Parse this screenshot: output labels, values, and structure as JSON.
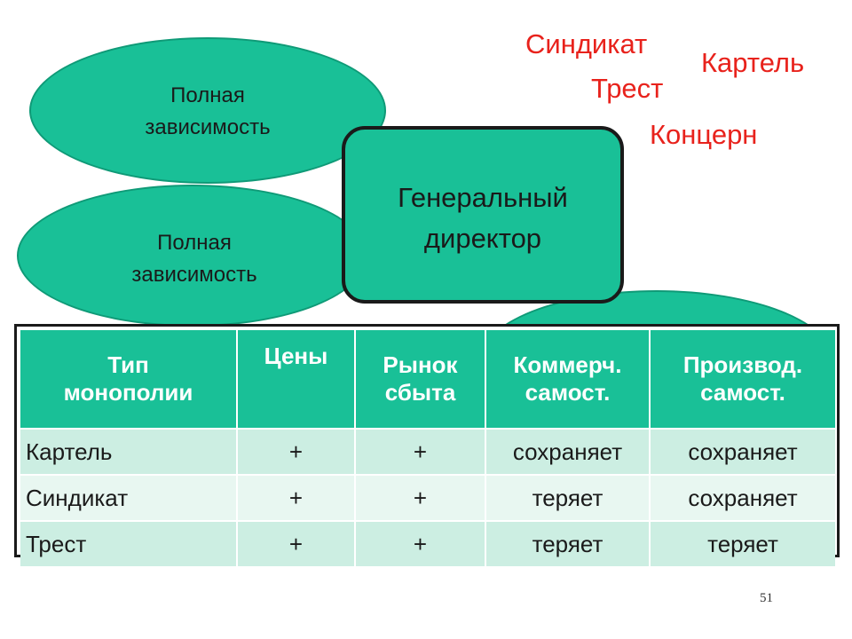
{
  "ellipses": [
    {
      "line1": "Полная",
      "line2": "зависимость"
    },
    {
      "line1": "Полная",
      "line2": "зависимость"
    }
  ],
  "director": {
    "line1": "Генеральный",
    "line2": "директор"
  },
  "monopoly_types": {
    "sindikat": "Синдикат",
    "kartel": "Картель",
    "trest": "Трест",
    "koncern": "Концерн"
  },
  "table": {
    "headers": [
      {
        "line1": "Тип",
        "line2": "монополии"
      },
      {
        "line1": "Цены",
        "line2": ""
      },
      {
        "line1": "Рынок",
        "line2": "сбыта"
      },
      {
        "line1": "Коммерч.",
        "line2": "самост."
      },
      {
        "line1": "Производ.",
        "line2": "самост."
      }
    ],
    "rows": [
      [
        "Картель",
        "+",
        "+",
        "сохраняет",
        "сохраняет"
      ],
      [
        "Синдикат",
        "+",
        "+",
        "теряет",
        "сохраняет"
      ],
      [
        "Трест",
        "+",
        "+",
        "теряет",
        "теряет"
      ]
    ]
  },
  "page_number": "51",
  "colors": {
    "teal": "#19c097",
    "red_text": "#e8221c",
    "row_odd": "#cceee2",
    "row_even": "#e8f7f1"
  }
}
